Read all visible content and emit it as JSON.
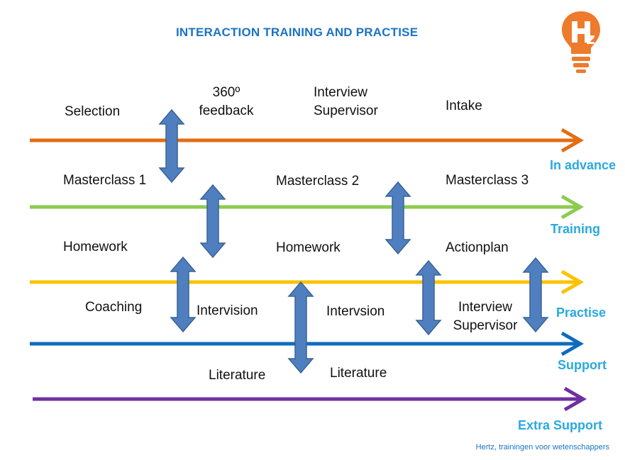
{
  "title": "INTERACTION TRAINING AND PRACTISE",
  "logo": {
    "text": "Hz",
    "color": "#ee7a2c"
  },
  "lanes": [
    {
      "label": "In advance",
      "color": "#e46d12"
    },
    {
      "label": "Training",
      "color": "#8dcb4f"
    },
    {
      "label": "Practise",
      "color": "#fbc300"
    },
    {
      "label": "Support",
      "color": "#0e6bbf"
    },
    {
      "label": "Extra Support",
      "color": "#7030a0"
    }
  ],
  "labels": {
    "selection": "Selection",
    "feedback_360_line1": "360º",
    "feedback_360_line2": "feedback",
    "interview_supervisor_top_line1": "Interview",
    "interview_supervisor_top_line2": "Supervisor",
    "intake": "Intake",
    "masterclass_1": "Masterclass 1",
    "masterclass_2": "Masterclass 2",
    "masterclass_3": "Masterclass 3",
    "homework_1": "Homework",
    "homework_2": "Homework",
    "actionplan": "Actionplan",
    "coaching": "Coaching",
    "intervision_1": "Intervision",
    "intervision_2": "Intervsion",
    "interview_supervisor_bottom_line1": "Interview",
    "interview_supervisor_bottom_line2": "Supervisor",
    "literature_1": "Literature",
    "literature_2": "Literature"
  },
  "connector_color": "#4f7fbf",
  "footer": "Hertz, trainingen voor wetenschappers"
}
